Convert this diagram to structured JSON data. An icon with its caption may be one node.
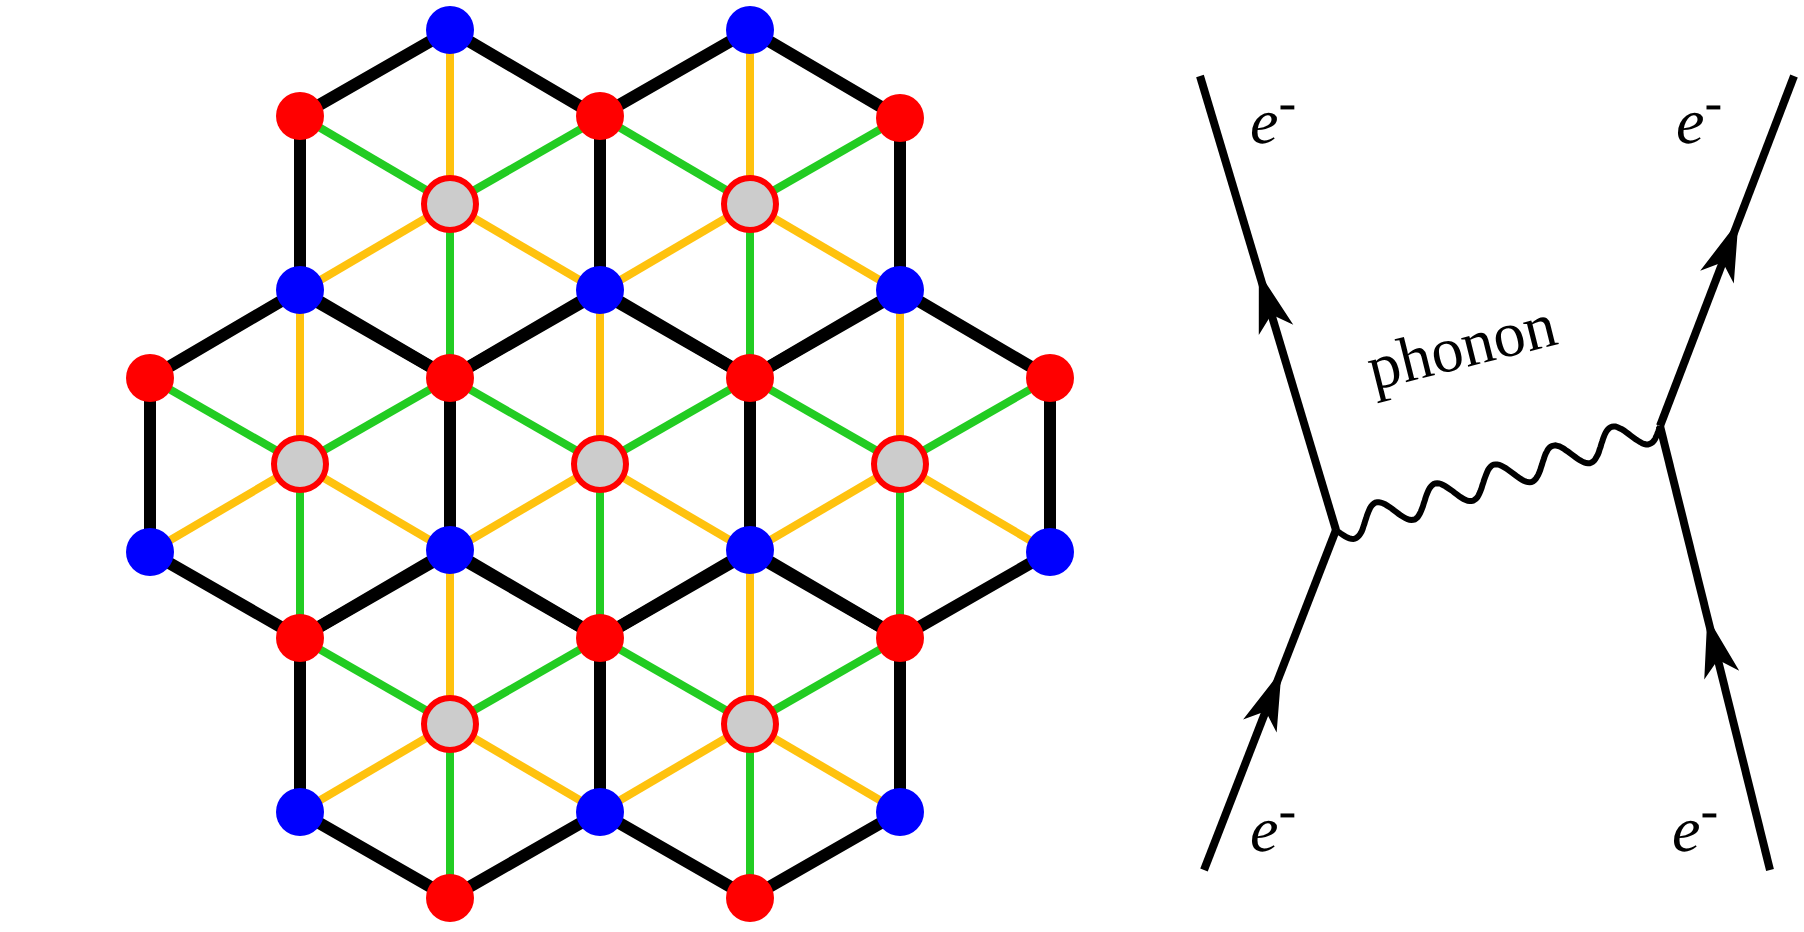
{
  "diagram": {
    "labels": [
      "e$^{-}$",
      "e$^{-}$",
      "phonon",
      "e$^{-}$",
      "e$^{-}$"
    ]
  }
}
